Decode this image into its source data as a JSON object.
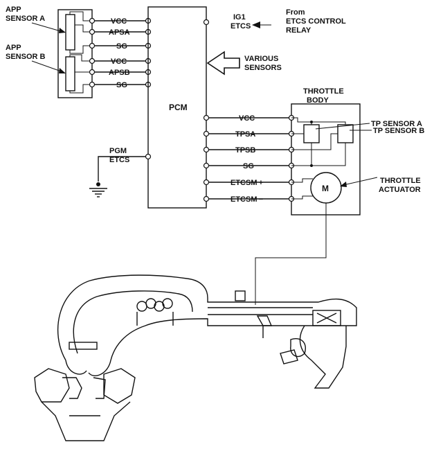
{
  "app_sensors": {
    "sensor_a": [
      "APP",
      "SENSOR A"
    ],
    "sensor_b": [
      "APP",
      "SENSOR B"
    ],
    "pins": [
      "VCC",
      "APSA",
      "SG",
      "VCC",
      "APSB",
      "SG"
    ]
  },
  "pcm": {
    "label": "PCM",
    "ig1": [
      "IG1",
      "ETCS"
    ],
    "pgm": [
      "PGM",
      "ETCS"
    ]
  },
  "relay_note": [
    "From",
    "ETCS CONTROL",
    "RELAY"
  ],
  "various_sensors": [
    "VARIOUS",
    "SENSORS"
  ],
  "throttle_body": {
    "title": [
      "THROTTLE",
      "BODY"
    ],
    "pins": [
      "VCC",
      "TPSA",
      "TPSB",
      "SG",
      "ETCSM +",
      "ETCSM −"
    ],
    "tp_sensor_a": "TP SENSOR A",
    "tp_sensor_b": "TP SENSOR B",
    "motor_symbol": "M",
    "actuator": [
      "THROTTLE",
      "ACTUATOR"
    ]
  }
}
